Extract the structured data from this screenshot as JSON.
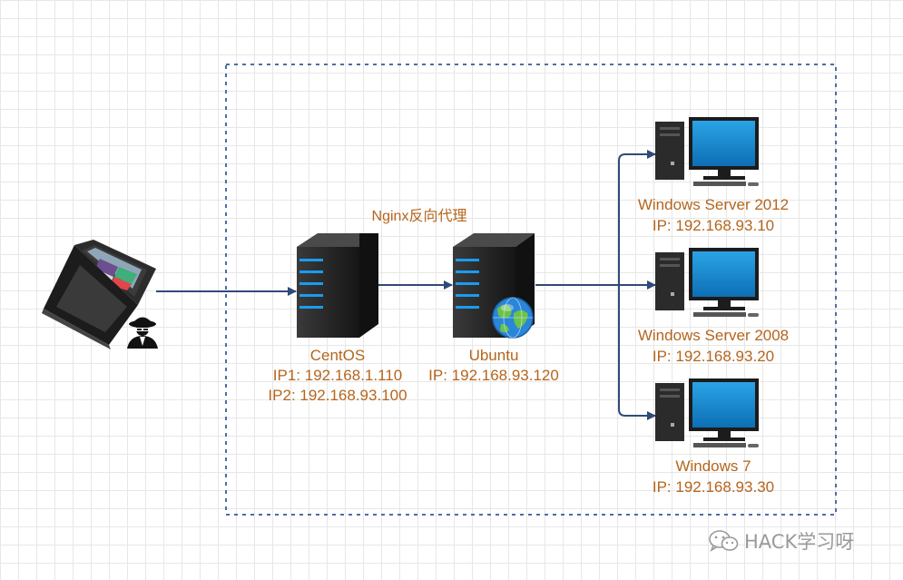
{
  "proxy_label": "Nginx反向代理",
  "nodes": {
    "centos": {
      "name": "CentOS",
      "ip1": "IP1: 192.168.1.110",
      "ip2": "IP2: 192.168.93.100"
    },
    "ubuntu": {
      "name": "Ubuntu",
      "ip": "IP: 192.168.93.120"
    },
    "ws2012": {
      "name": "Windows Server 2012",
      "ip": "IP: 192.168.93.10"
    },
    "ws2008": {
      "name": "Windows Server 2008",
      "ip": "IP: 192.168.93.20"
    },
    "win7": {
      "name": "Windows 7",
      "ip": "IP: 192.168.93.30"
    }
  },
  "watermark": "HACK学习呀",
  "colors": {
    "text": "#b5651d",
    "arrow": "#2f4a78",
    "boundary": "#4a6fa5",
    "server": "#2a2a2a",
    "monitor": "#1e90d6"
  },
  "icons": [
    "attacker-laptop-icon",
    "hacker-icon",
    "server-icon",
    "globe-icon",
    "desktop-pc-icon",
    "wechat-icon"
  ]
}
